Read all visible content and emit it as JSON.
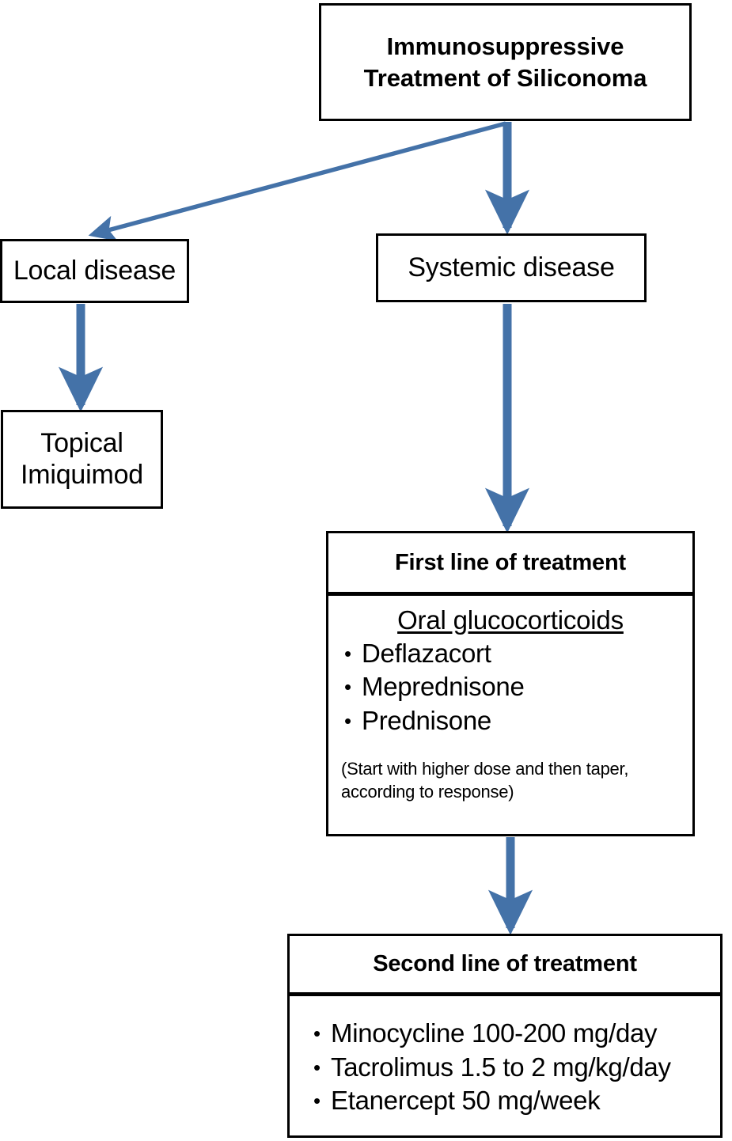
{
  "diagram": {
    "title": "Immunosuppressive Treatment of Siliconoma",
    "title_line1": "Immunosuppressive",
    "title_line2": "Treatment of Siliconoma",
    "accent_color": "#4472A8",
    "border_color": "#000000",
    "background_color": "#FFFFFF"
  },
  "nodes": {
    "local_disease": {
      "label": "Local disease"
    },
    "systemic_disease": {
      "label": "Systemic disease"
    },
    "topical": {
      "label": "Topical Imiquimod",
      "line1": "Topical",
      "line2": "Imiquimod"
    },
    "first_line": {
      "header": "First line of treatment",
      "subhead": "Oral glucocorticoids",
      "items": [
        "Deflazacort",
        "Meprednisone",
        "Prednisone"
      ],
      "note": "(Start with higher dose and then taper, according to response)"
    },
    "second_line": {
      "header": "Second line of treatment",
      "items": [
        "Minocycline 100-200 mg/day",
        "Tacrolimus 1.5 to 2 mg/kg/day",
        "Etanercept 50 mg/week"
      ]
    }
  },
  "edges": [
    {
      "name": "title-to-local",
      "from": "title",
      "to": "local_disease",
      "style": "diagonal-arrow"
    },
    {
      "name": "title-to-systemic",
      "from": "title",
      "to": "systemic_disease",
      "style": "vertical-arrow"
    },
    {
      "name": "local-to-topical",
      "from": "local_disease",
      "to": "topical",
      "style": "vertical-arrow"
    },
    {
      "name": "systemic-to-first-line",
      "from": "systemic_disease",
      "to": "first_line",
      "style": "vertical-arrow"
    },
    {
      "name": "first-line-to-second-line",
      "from": "first_line",
      "to": "second_line",
      "style": "vertical-arrow"
    }
  ]
}
